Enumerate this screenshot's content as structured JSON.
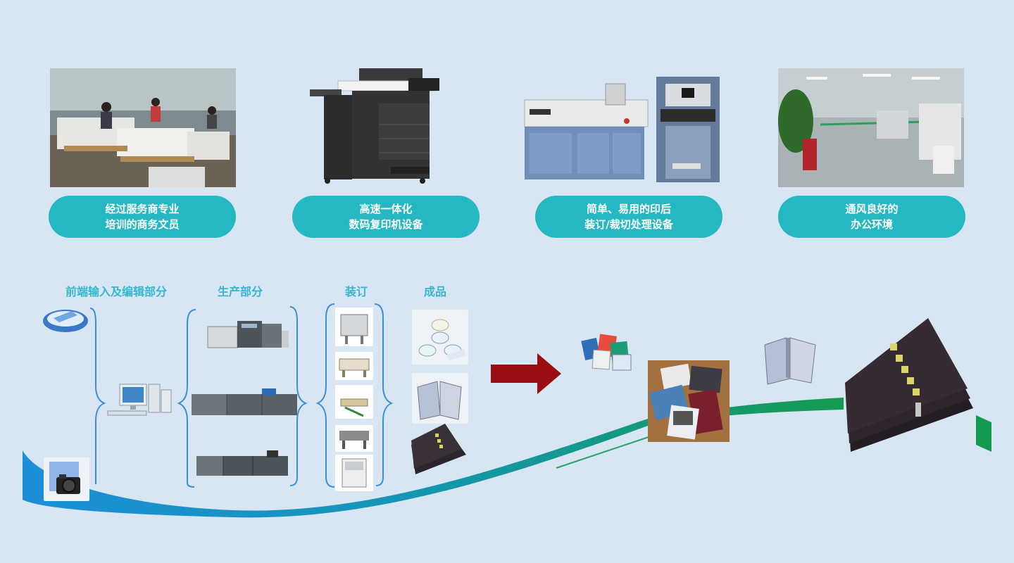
{
  "top_cards": [
    {
      "line1": "经过服务商专业",
      "line2": "培训的商务文员",
      "image": "office-staff-photo"
    },
    {
      "line1": "高速一体化",
      "line2": "数码复印机设备",
      "image": "copier-photo"
    },
    {
      "line1": "简单、易用的印后",
      "line2": "装订/裁切处理设备",
      "image": "binding-cutting-machines-photo"
    },
    {
      "line1": "通风良好的",
      "line2": "办公环境",
      "image": "office-environment-photo"
    }
  ],
  "workflow": {
    "section_labels": {
      "input": "前端输入及编辑部分",
      "production": "生产部分",
      "binding": "装订",
      "finished": "成品"
    },
    "arrow_color": "#9a0e12",
    "teal_accent": "#26b8c2",
    "label_color": "#35b7cf"
  }
}
